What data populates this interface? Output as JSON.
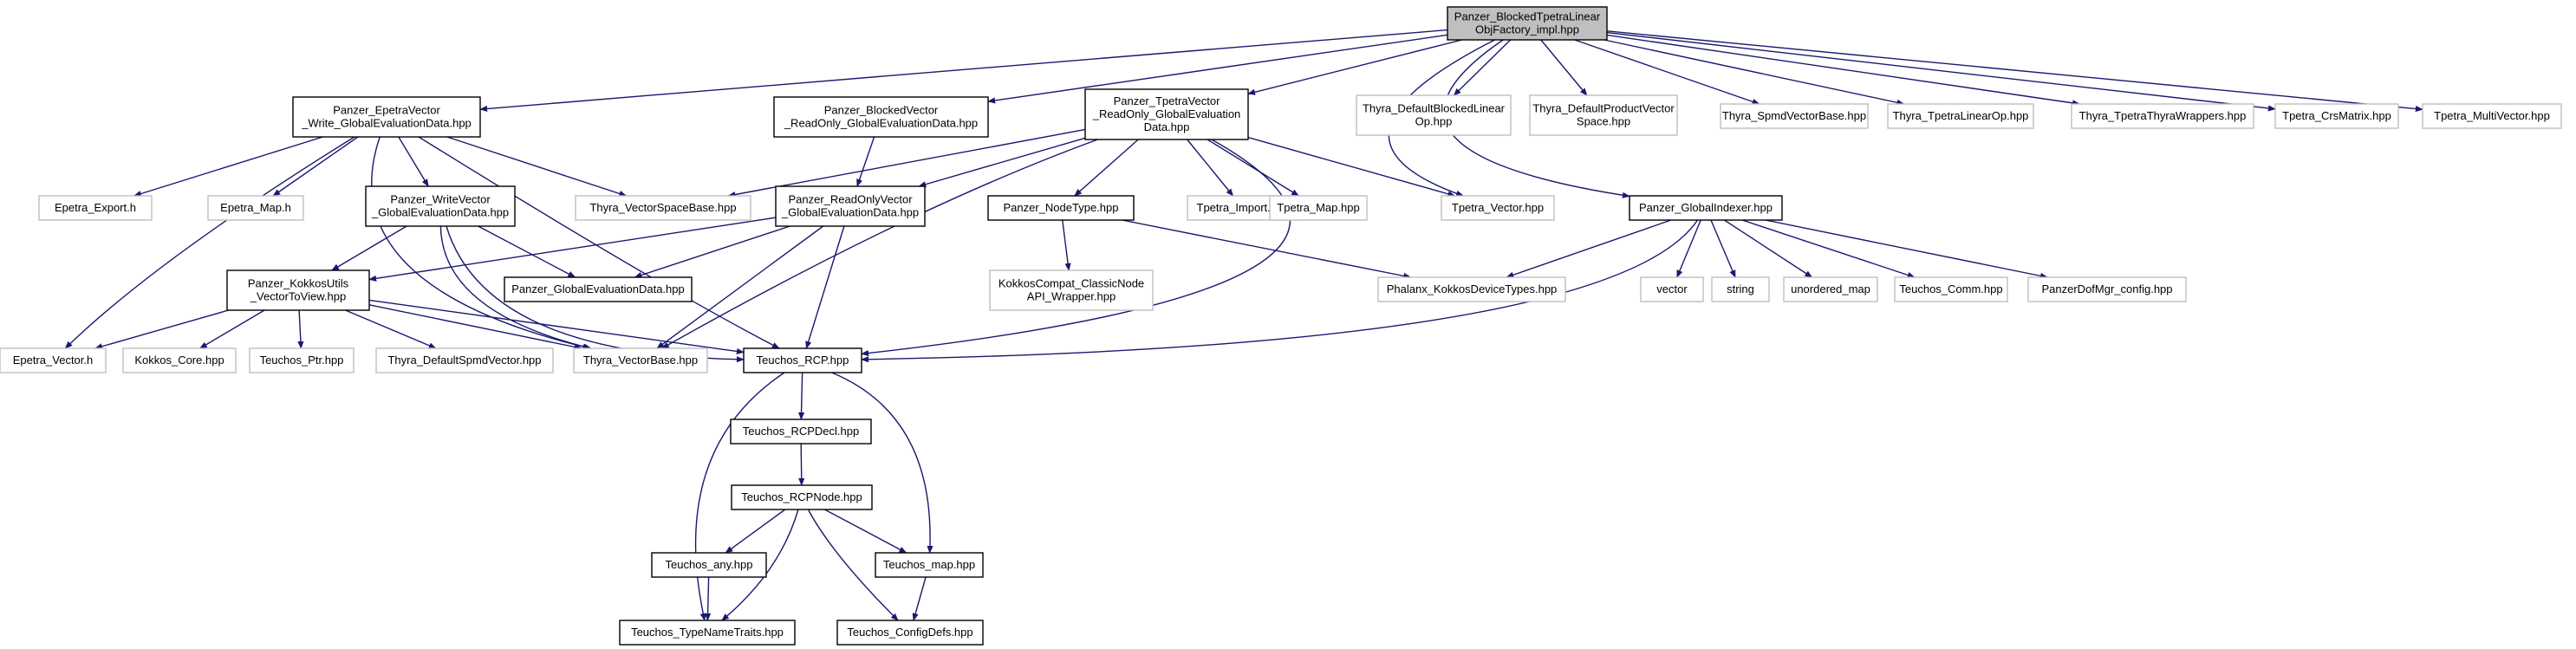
{
  "colors": {
    "edge": "#191970",
    "root_fill": "#bfbfbf",
    "boxed_border": "#000000",
    "external_border": "#bfbfbf",
    "node_fill": "#ffffff"
  },
  "nodes": [
    {
      "id": "root",
      "style": "root",
      "lines": [
        "Panzer_BlockedTpetraLinear",
        "ObjFactory_impl.hpp"
      ]
    },
    {
      "id": "epetra_write",
      "style": "boxed",
      "lines": [
        "Panzer_EpetraVector",
        "_Write_GlobalEvaluationData.hpp"
      ]
    },
    {
      "id": "blocked_ro",
      "style": "boxed",
      "lines": [
        "Panzer_BlockedVector",
        "_ReadOnly_GlobalEvaluationData.hpp"
      ]
    },
    {
      "id": "tpetra_ro",
      "style": "boxed",
      "lines": [
        "Panzer_TpetraVector",
        "_ReadOnly_GlobalEvaluation",
        "Data.hpp"
      ]
    },
    {
      "id": "thyra_dbl",
      "style": "external",
      "lines": [
        "Thyra_DefaultBlockedLinear",
        "Op.hpp"
      ]
    },
    {
      "id": "thyra_dpv",
      "style": "external",
      "lines": [
        "Thyra_DefaultProductVector",
        "Space.hpp"
      ]
    },
    {
      "id": "thyra_spmd",
      "style": "external",
      "lines": [
        "Thyra_SpmdVectorBase.hpp"
      ]
    },
    {
      "id": "thyra_tlo",
      "style": "external",
      "lines": [
        "Thyra_TpetraLinearOp.hpp"
      ]
    },
    {
      "id": "thyra_ttw",
      "style": "external",
      "lines": [
        "Thyra_TpetraThyraWrappers.hpp"
      ]
    },
    {
      "id": "tpetra_crs",
      "style": "external",
      "lines": [
        "Tpetra_CrsMatrix.hpp"
      ]
    },
    {
      "id": "tpetra_mv",
      "style": "external",
      "lines": [
        "Tpetra_MultiVector.hpp"
      ]
    },
    {
      "id": "epetra_export",
      "style": "external",
      "lines": [
        "Epetra_Export.h"
      ]
    },
    {
      "id": "epetra_map",
      "style": "external",
      "lines": [
        "Epetra_Map.h"
      ]
    },
    {
      "id": "write_vec",
      "style": "boxed",
      "lines": [
        "Panzer_WriteVector",
        "_GlobalEvaluationData.hpp"
      ]
    },
    {
      "id": "thyra_vsb",
      "style": "external",
      "lines": [
        "Thyra_VectorSpaceBase.hpp"
      ]
    },
    {
      "id": "ro_vec",
      "style": "boxed",
      "lines": [
        "Panzer_ReadOnlyVector",
        "_GlobalEvaluationData.hpp"
      ]
    },
    {
      "id": "node_type",
      "style": "boxed",
      "lines": [
        "Panzer_NodeType.hpp"
      ]
    },
    {
      "id": "tpetra_import",
      "style": "external",
      "lines": [
        "Tpetra_Import.hpp"
      ]
    },
    {
      "id": "tpetra_map",
      "style": "external",
      "lines": [
        "Tpetra_Map.hpp"
      ]
    },
    {
      "id": "tpetra_vector",
      "style": "external",
      "lines": [
        "Tpetra_Vector.hpp"
      ]
    },
    {
      "id": "global_indexer",
      "style": "boxed",
      "lines": [
        "Panzer_GlobalIndexer.hpp"
      ]
    },
    {
      "id": "kokkos_utils",
      "style": "boxed",
      "lines": [
        "Panzer_KokkosUtils",
        "_VectorToView.hpp"
      ]
    },
    {
      "id": "global_eval",
      "style": "boxed",
      "lines": [
        "Panzer_GlobalEvaluationData.hpp"
      ]
    },
    {
      "id": "kokkos_compat",
      "style": "external",
      "lines": [
        "KokkosCompat_ClassicNode",
        "API_Wrapper.hpp"
      ]
    },
    {
      "id": "phalanx_kdt",
      "style": "external",
      "lines": [
        "Phalanx_KokkosDeviceTypes.hpp"
      ]
    },
    {
      "id": "vector",
      "style": "external",
      "lines": [
        "vector"
      ]
    },
    {
      "id": "string",
      "style": "external",
      "lines": [
        "string"
      ]
    },
    {
      "id": "unordered_map",
      "style": "external",
      "lines": [
        "unordered_map"
      ]
    },
    {
      "id": "teuchos_comm",
      "style": "external",
      "lines": [
        "Teuchos_Comm.hpp"
      ]
    },
    {
      "id": "dofmgr_config",
      "style": "external",
      "lines": [
        "PanzerDofMgr_config.hpp"
      ]
    },
    {
      "id": "epetra_vector",
      "style": "external",
      "lines": [
        "Epetra_Vector.h"
      ]
    },
    {
      "id": "kokkos_core",
      "style": "external",
      "lines": [
        "Kokkos_Core.hpp"
      ]
    },
    {
      "id": "teuchos_ptr",
      "style": "external",
      "lines": [
        "Teuchos_Ptr.hpp"
      ]
    },
    {
      "id": "thyra_dsv",
      "style": "external",
      "lines": [
        "Thyra_DefaultSpmdVector.hpp"
      ]
    },
    {
      "id": "thyra_vb",
      "style": "external",
      "lines": [
        "Thyra_VectorBase.hpp"
      ]
    },
    {
      "id": "teuchos_rcp",
      "style": "boxed",
      "lines": [
        "Teuchos_RCP.hpp"
      ]
    },
    {
      "id": "rcp_decl",
      "style": "boxed",
      "lines": [
        "Teuchos_RCPDecl.hpp"
      ]
    },
    {
      "id": "rcp_node",
      "style": "boxed",
      "lines": [
        "Teuchos_RCPNode.hpp"
      ]
    },
    {
      "id": "teuchos_any",
      "style": "boxed",
      "lines": [
        "Teuchos_any.hpp"
      ]
    },
    {
      "id": "teuchos_map",
      "style": "boxed",
      "lines": [
        "Teuchos_map.hpp"
      ]
    },
    {
      "id": "type_name",
      "style": "boxed",
      "lines": [
        "Teuchos_TypeNameTraits.hpp"
      ]
    },
    {
      "id": "config_defs",
      "style": "boxed",
      "lines": [
        "Teuchos_ConfigDefs.hpp"
      ]
    }
  ]
}
